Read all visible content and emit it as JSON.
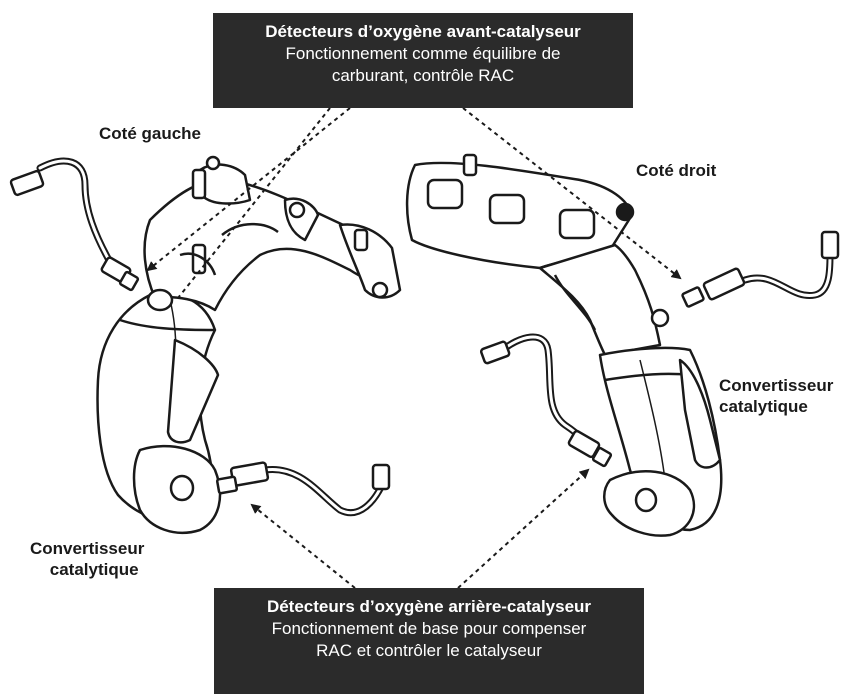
{
  "top_box": {
    "title": "Détecteurs d’oxygène avant-catalyseur",
    "line1": "Fonctionnement comme équilibre de",
    "line2": "carburant, contrôle RAC"
  },
  "bottom_box": {
    "title": "Détecteurs d’oxygène arrière-catalyseur",
    "line1": "Fonctionnement de base pour compenser",
    "line2": "RAC et contrôler le catalyseur"
  },
  "labels": {
    "left_side": "Coté gauche",
    "right_side": "Coté droit",
    "right_converter_line1": "Convertisseur",
    "right_converter_line2": "catalytique",
    "left_converter_line1": "Convertisseur",
    "left_converter_line2": "catalytique"
  },
  "colors": {
    "box_background": "#2b2b2b",
    "box_text": "#ffffff",
    "line_art": "#1a1a1a"
  }
}
